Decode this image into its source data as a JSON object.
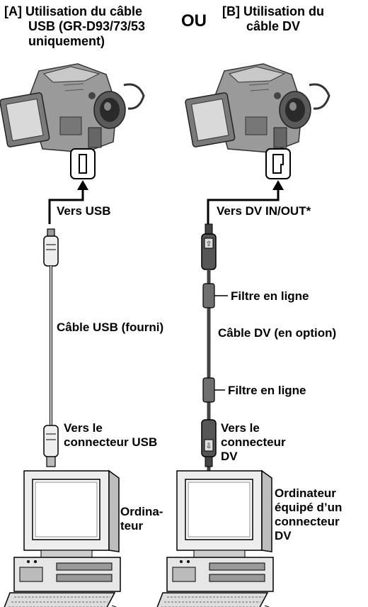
{
  "headers": {
    "a_line1": "[A]  Utilisation du câble",
    "a_line2": "USB (GR-D93/73/53",
    "a_line3": "uniquement)",
    "or": "OU",
    "b_line1": "[B]  Utilisation du",
    "b_line2": "câble DV"
  },
  "left": {
    "to_usb": "Vers USB",
    "cable": "Câble USB (fourni)",
    "to_connector_1": "Vers le",
    "to_connector_2": "connecteur USB",
    "computer_1": "Ordina-",
    "computer_2": "teur"
  },
  "right": {
    "to_dv": "Vers DV IN/OUT*",
    "filter_top": "Filtre en ligne",
    "cable": "Câble DV (en option)",
    "filter_bottom": "Filtre en ligne",
    "to_connector_1": "Vers le",
    "to_connector_2": "connecteur",
    "to_connector_3": "DV",
    "computer_1": "Ordinateur",
    "computer_2": "équipé d’un",
    "computer_3": "connecteur",
    "computer_4": "DV"
  }
}
